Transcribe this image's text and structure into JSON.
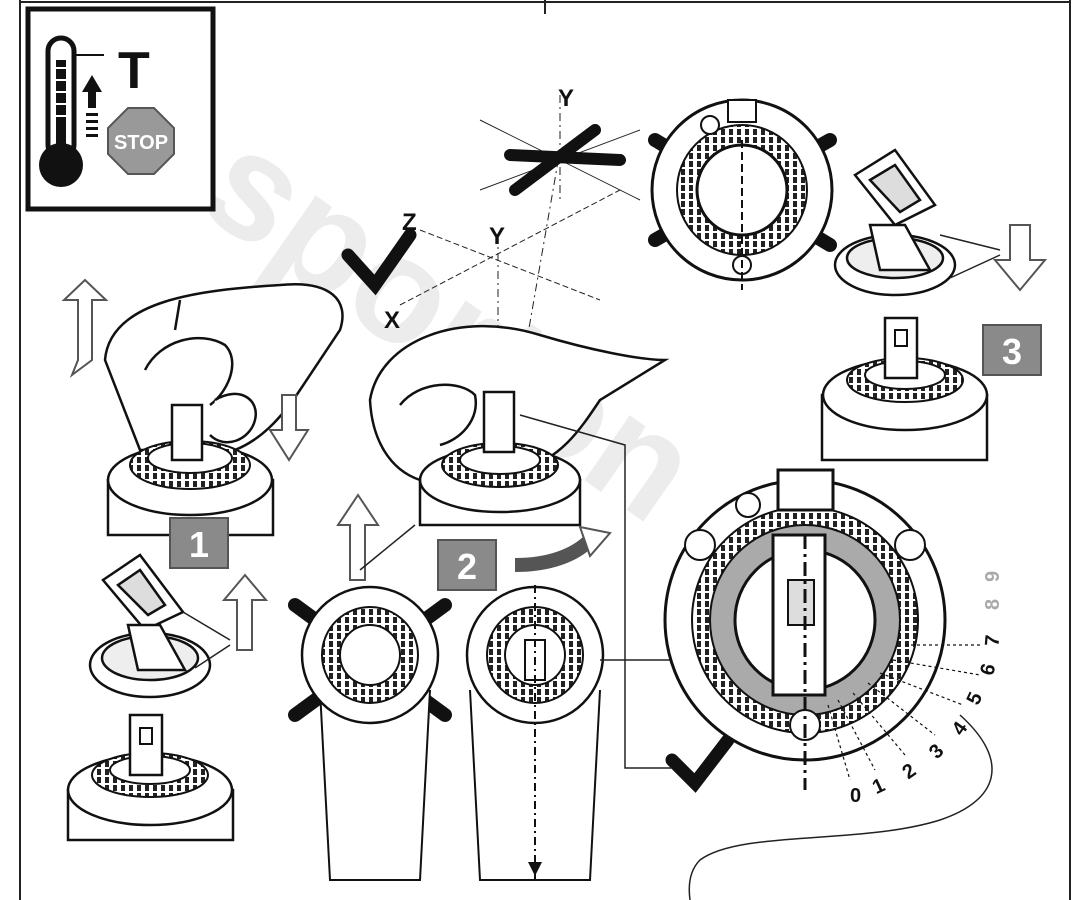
{
  "warning_icon": {
    "icons": [
      "thermometer-icon",
      "rising-arrow-icon",
      "stop-sign-icon"
    ],
    "letter": "T",
    "stop_text": "STOP"
  },
  "axes": {
    "x": "X",
    "y": "Y",
    "z": "Z"
  },
  "steps": [
    "1",
    "2",
    "3"
  ],
  "dial": {
    "numbers_dark": [
      "0",
      "1",
      "2",
      "3",
      "4",
      "5",
      "6",
      "7"
    ],
    "numbers_grey": [
      "8",
      "9"
    ]
  },
  "marks": {
    "ok": "check-mark-icon",
    "wrong": "cross-mark-icon"
  },
  "watermark": "sporton"
}
